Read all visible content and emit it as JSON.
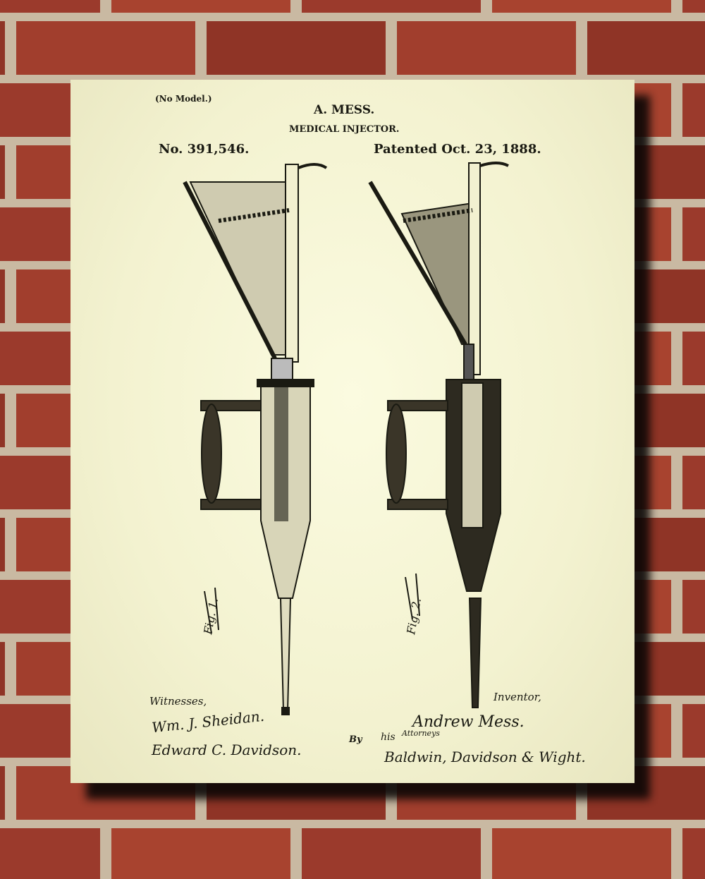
{
  "patent": {
    "no_model": "(No Model.)",
    "inventor_name": "A. MESS.",
    "title": "MEDICAL INJECTOR.",
    "number": "No. 391,546.",
    "date": "Patented Oct. 23, 1888."
  },
  "figures": {
    "fig1_label": "Fig. 1.",
    "fig2_label": "Fig. 2."
  },
  "signatures": {
    "witnesses_label": "Witnesses,",
    "witness1": "Wm. J. Sheidan.",
    "witness2": "Edward C. Davidson.",
    "inventor_label": "Inventor,",
    "inventor_signature": "Andrew Mess.",
    "by": "By",
    "his": "his",
    "attorneys": "Attorneys",
    "attorneys_signature": "Baldwin, Davidson & Wight."
  },
  "colors": {
    "paper": "#f6f5d6",
    "ink": "#1a1a12",
    "brick": "#9a3b2b",
    "mortar": "#c8b8a0"
  }
}
